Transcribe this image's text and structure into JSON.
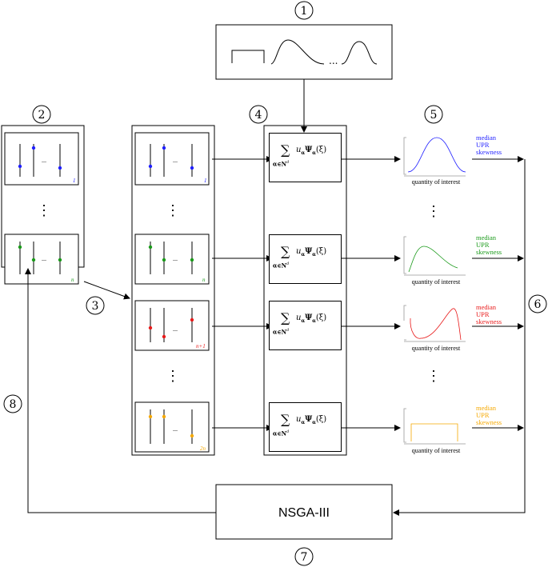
{
  "steps": [
    "1",
    "2",
    "3",
    "4",
    "5",
    "6",
    "7",
    "8"
  ],
  "sample_labels": [
    "1",
    "n",
    "1",
    "n",
    "n+1",
    "2n"
  ],
  "ellipsis": "...",
  "vertical_dots": "⋮",
  "surrogate": {
    "sum_symbol": "∑",
    "sum_index": "α∈N",
    "sum_index_sup": "d",
    "term": "u",
    "term_sub": "α",
    "basis": "Ψ",
    "basis_sub": "α",
    "arg": "(ξ)"
  },
  "qoi_label": "quantity of interest",
  "metrics": [
    "median",
    "UPR",
    "skewness"
  ],
  "optimizer": "NSGA-III",
  "colors": {
    "blue": "#1f1fff",
    "green": "#1a9a1a",
    "red": "#e81a1a",
    "orange": "#f5a800"
  }
}
